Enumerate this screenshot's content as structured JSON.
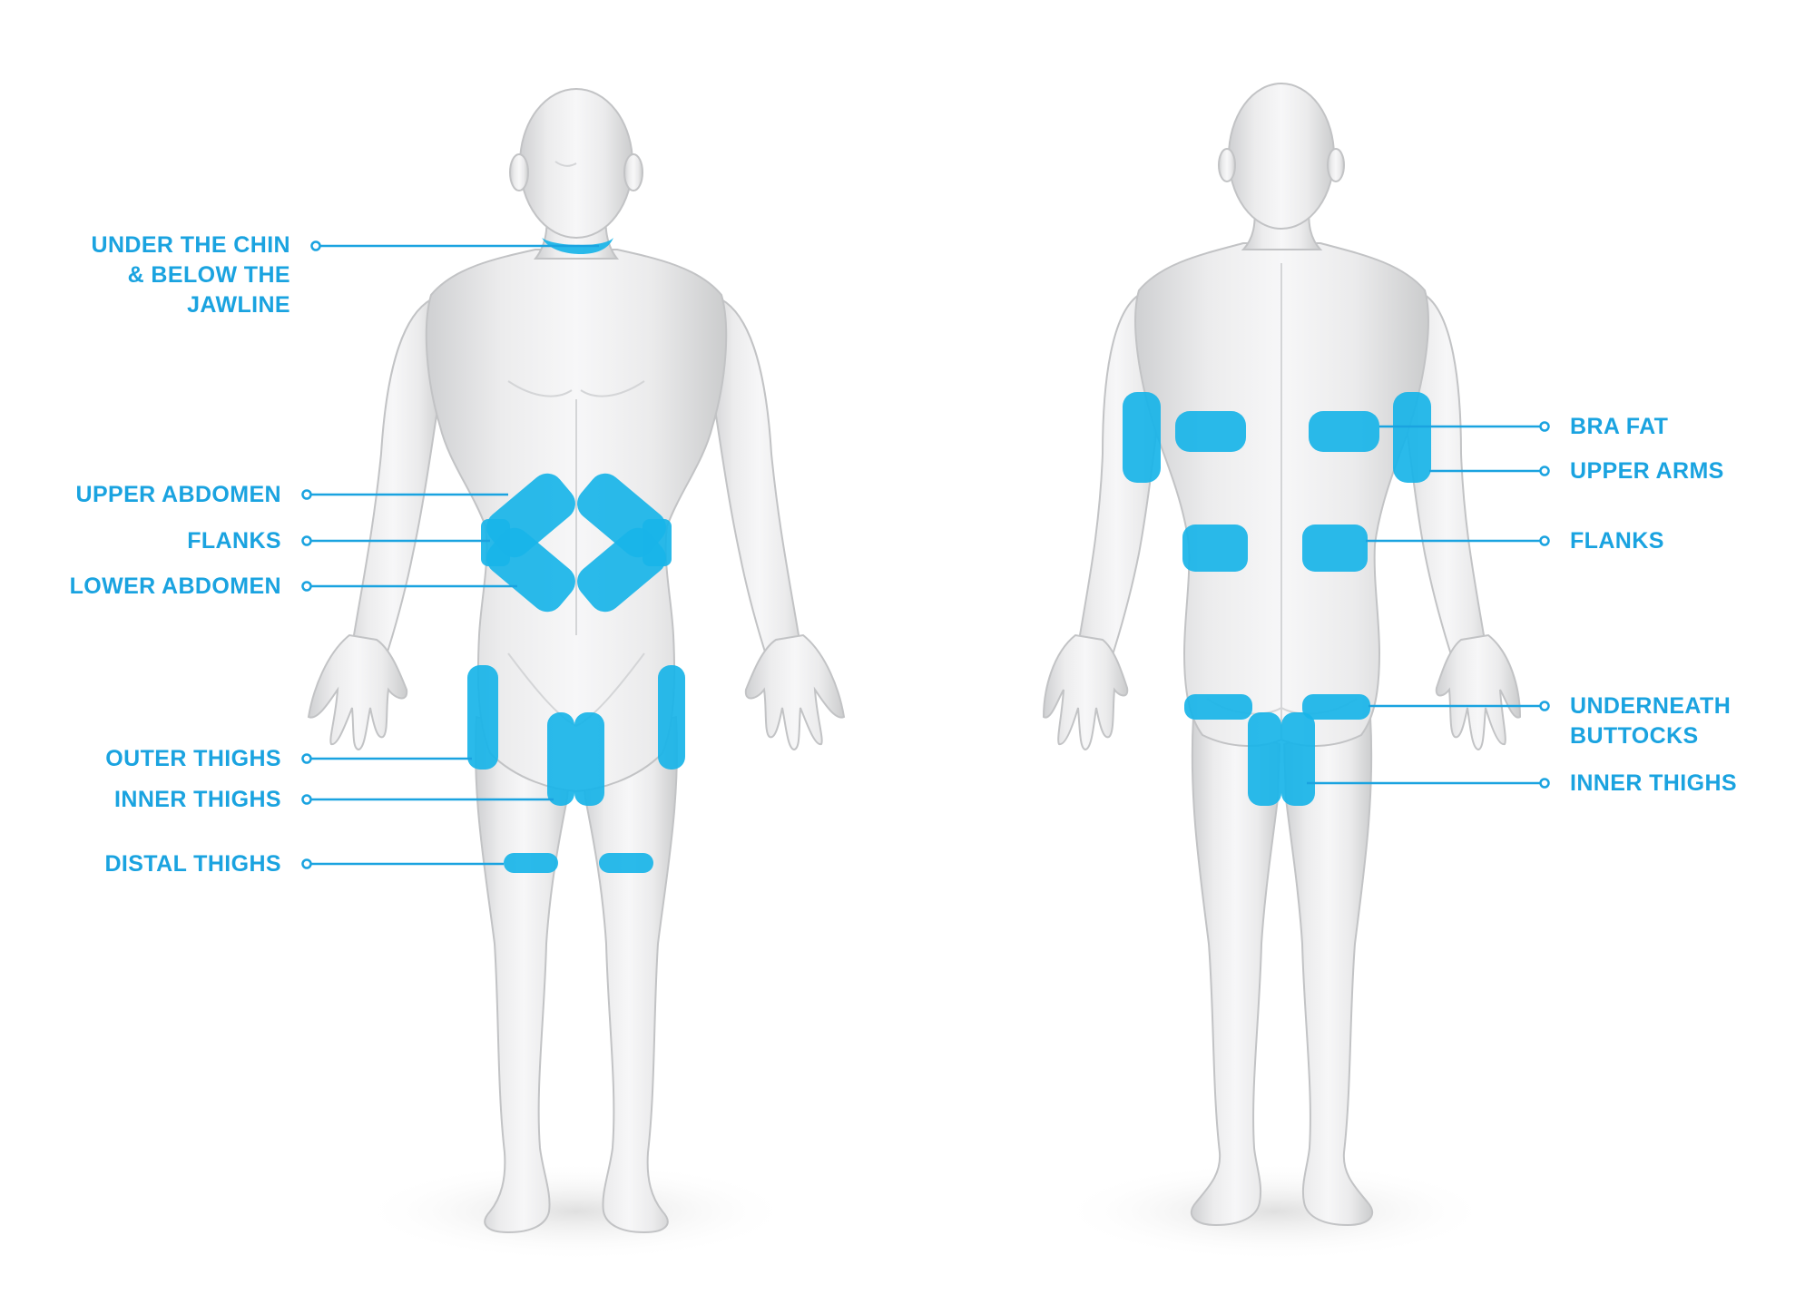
{
  "accent_color": "#1aa3e0",
  "zone_color": "#18b4e8",
  "front_view": {
    "labels": [
      {
        "id": "chin",
        "lines": [
          "UNDER THE CHIN",
          "& BELOW THE",
          "JAWLINE"
        ]
      },
      {
        "id": "upper-abdomen",
        "lines": [
          "UPPER ABDOMEN"
        ]
      },
      {
        "id": "flanks",
        "lines": [
          "FLANKS"
        ]
      },
      {
        "id": "lower-abdomen",
        "lines": [
          "LOWER ABDOMEN"
        ]
      },
      {
        "id": "outer-thighs",
        "lines": [
          "OUTER THIGHS"
        ]
      },
      {
        "id": "inner-thighs",
        "lines": [
          "INNER THIGHS"
        ]
      },
      {
        "id": "distal-thighs",
        "lines": [
          "DISTAL THIGHS"
        ]
      }
    ]
  },
  "back_view": {
    "labels": [
      {
        "id": "bra-fat",
        "lines": [
          "BRA FAT"
        ]
      },
      {
        "id": "upper-arms",
        "lines": [
          "UPPER ARMS"
        ]
      },
      {
        "id": "flanks",
        "lines": [
          "FLANKS"
        ]
      },
      {
        "id": "underneath-buttocks",
        "lines": [
          "UNDERNEATH",
          "BUTTOCKS"
        ]
      },
      {
        "id": "inner-thighs",
        "lines": [
          "INNER THIGHS"
        ]
      }
    ]
  }
}
